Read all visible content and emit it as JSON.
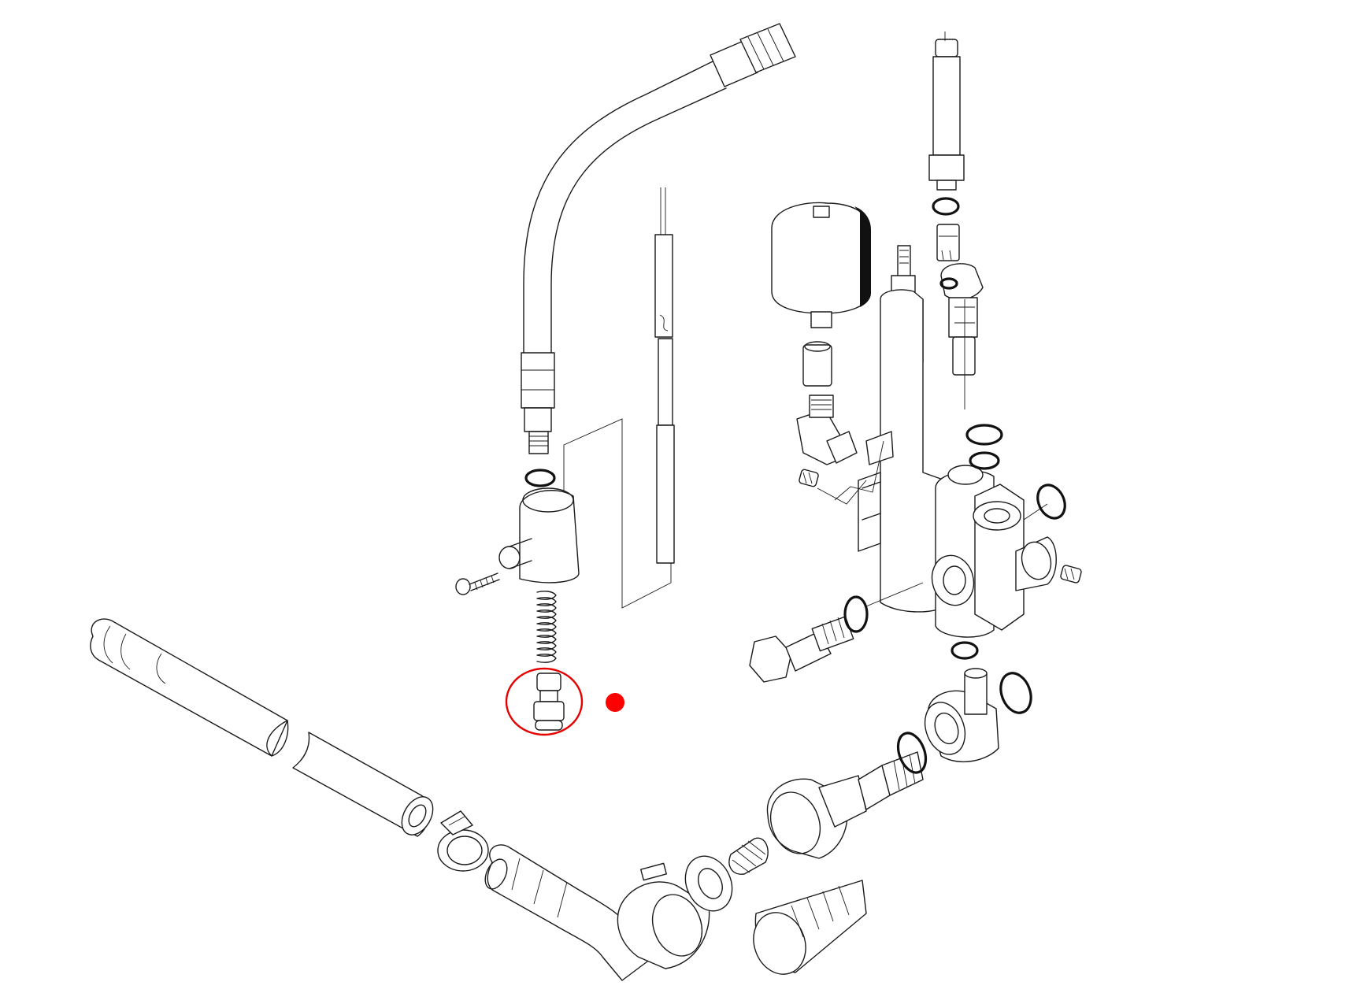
{
  "diagram": {
    "type": "exploded-parts-view",
    "highlight": {
      "marker_color": "#ff0000",
      "circle_color": "#e60000",
      "target": "valve-insert"
    },
    "parts": [
      "high-pressure-hose",
      "float-switch-rod",
      "upper-o-ring",
      "valve-housing",
      "screw",
      "spring",
      "valve-insert",
      "suction-hose",
      "hose-clamp",
      "elbow-hose-fitting",
      "union-nut",
      "flat-washer",
      "strainer-insert",
      "threaded-connector",
      "suction-filter",
      "pressure-accumulator",
      "reducing-nipple",
      "elbow-fitting",
      "pressure-switch",
      "regulator-valve-body",
      "filter-housing",
      "check-valve-cartridge",
      "banjo-bolt",
      "hose-connector",
      "o-rings",
      "set-screws"
    ]
  }
}
